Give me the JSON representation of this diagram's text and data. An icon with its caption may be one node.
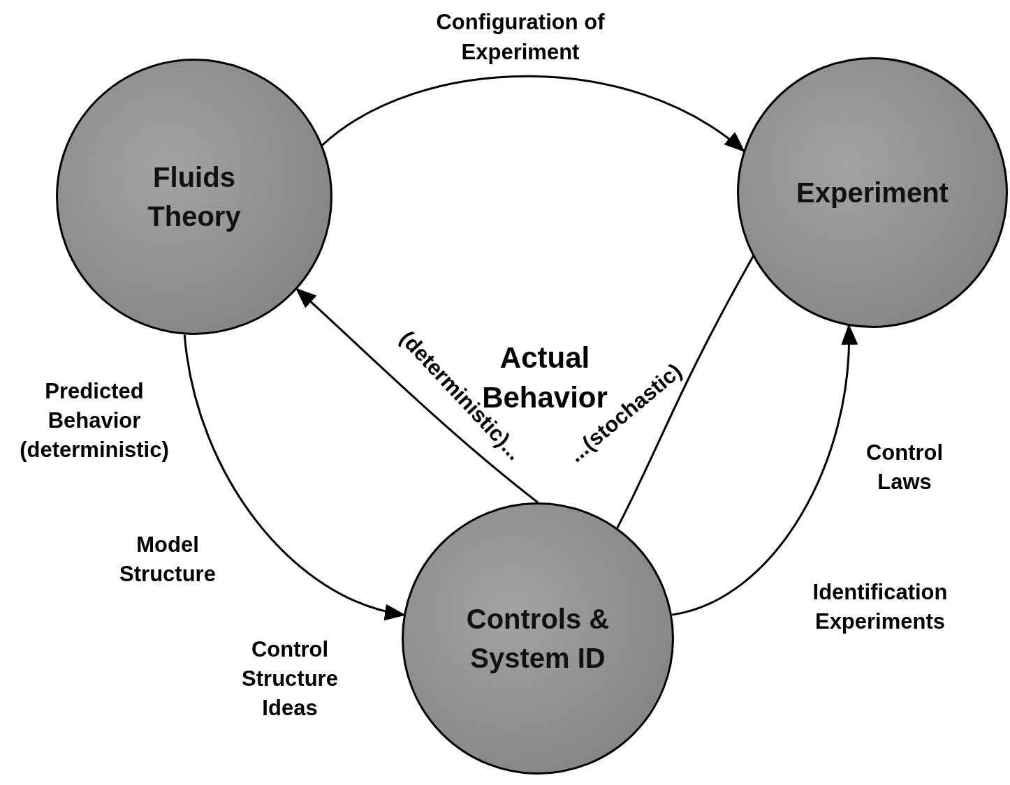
{
  "diagram": {
    "nodes": [
      {
        "text": [
          "Fluids Theory"
        ]
      },
      {
        "text": [
          "Experiment"
        ]
      },
      {
        "text": [
          "Controls & System ID"
        ]
      }
    ],
    "edges": [
      {
        "from": 0,
        "to": 1,
        "arrow": "to",
        "label": "Configuration of Experiment"
      },
      {
        "from": 0,
        "to": 2,
        "arrow": "to"
      },
      {
        "from": 2,
        "to": 1,
        "arrow": "to"
      },
      {
        "from": 2,
        "to": 0,
        "arrow": "to",
        "label": "(deterministic)..."
      },
      {
        "from": 1,
        "to": 2,
        "arrow": "none",
        "label": "...(stochastic)"
      }
    ],
    "labels": [
      "Actual Behavior",
      "Predicted Behavior (deterministic)",
      "Model Structure",
      "Control Structure Ideas",
      "Control Laws",
      "Identification Experiments"
    ]
  }
}
